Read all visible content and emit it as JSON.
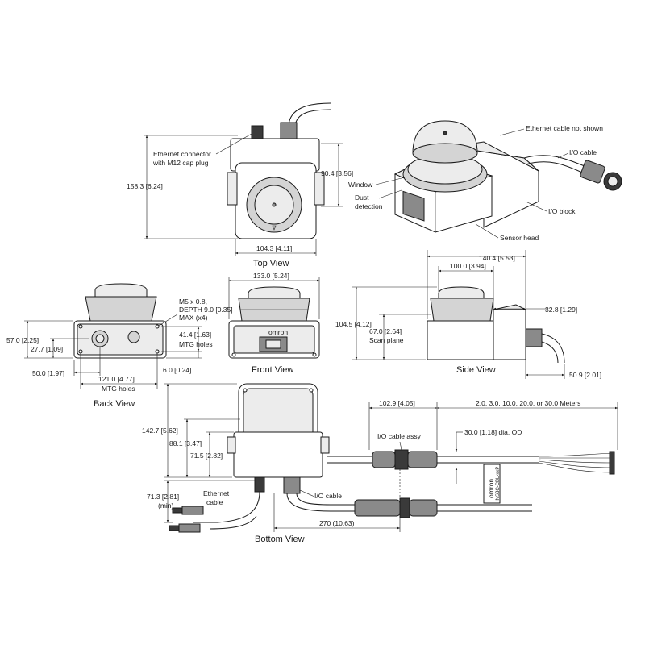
{
  "views": {
    "top": "Top View",
    "back": "Back View",
    "front": "Front View",
    "side": "Side View",
    "bottom": "Bottom View"
  },
  "top_view": {
    "ethernet_connector_line1": "Ethernet connector",
    "ethernet_connector_line2": "with M12 cap plug",
    "dim_height": "158.3 [6.24]",
    "dim_upper": "90.4 [3.56]",
    "dim_width": "104.3 [4.11]"
  },
  "iso_view": {
    "ethernet_not_shown": "Ethernet cable not shown",
    "io_cable": "I/O cable",
    "window": "Window",
    "dust_line1": "Dust",
    "dust_line2": "detection",
    "io_block": "I/O block",
    "sensor_head": "Sensor head"
  },
  "back_view": {
    "mtg_spec_line1": "M5 x 0.8,",
    "mtg_spec_line2": "DEPTH 9.0 [0.35]",
    "mtg_spec_line3": "MAX (x4)",
    "dim_57": "57.0 [2.25]",
    "dim_27": "27.7 [1.09]",
    "dim_41_line1": "41.4 [1.63]",
    "dim_41_line2": "MTG holes",
    "dim_6": "6.0 [0.24]",
    "dim_50": "50.0 [1.97]",
    "dim_121_line1": "121.0 [4.77]",
    "dim_121_line2": "MTG holes"
  },
  "front_view": {
    "dim_133": "133.0 [5.24]",
    "brand": "omron"
  },
  "side_view": {
    "dim_140": "140.4 [5.53]",
    "dim_100": "100.0 [3.94]",
    "dim_32": "32.8 [1.29]",
    "dim_104": "104.5 [4.12]",
    "dim_67_line1": "67.0 [2.64]",
    "dim_67_line2": "Scan plane",
    "dim_50_9": "50.9 [2.01]"
  },
  "bottom_view": {
    "dim_142": "142.7 [5.62]",
    "dim_88": "88.1 [3.47]",
    "dim_71_5": "71.5 [2.82]",
    "dim_71_3_line1": "71.3 [2.81]",
    "dim_71_3_line2": "(min)",
    "ethernet_cable_line1": "Ethernet",
    "ethernet_cable_line2": "cable",
    "io_cable": "I/O cable",
    "dim_270": "270 (10.63)"
  },
  "cable_assy": {
    "dim_102": "102.9 [4.05]",
    "lengths": "2.0, 3.0, 10.0, 20.0, or 30.0 Meters",
    "assy_label": "I/O cable assy",
    "od": "30.0 [1.18] dia. OD",
    "tag_brand": "omron",
    "tag_code": "INS3C-CBL-xxP"
  }
}
